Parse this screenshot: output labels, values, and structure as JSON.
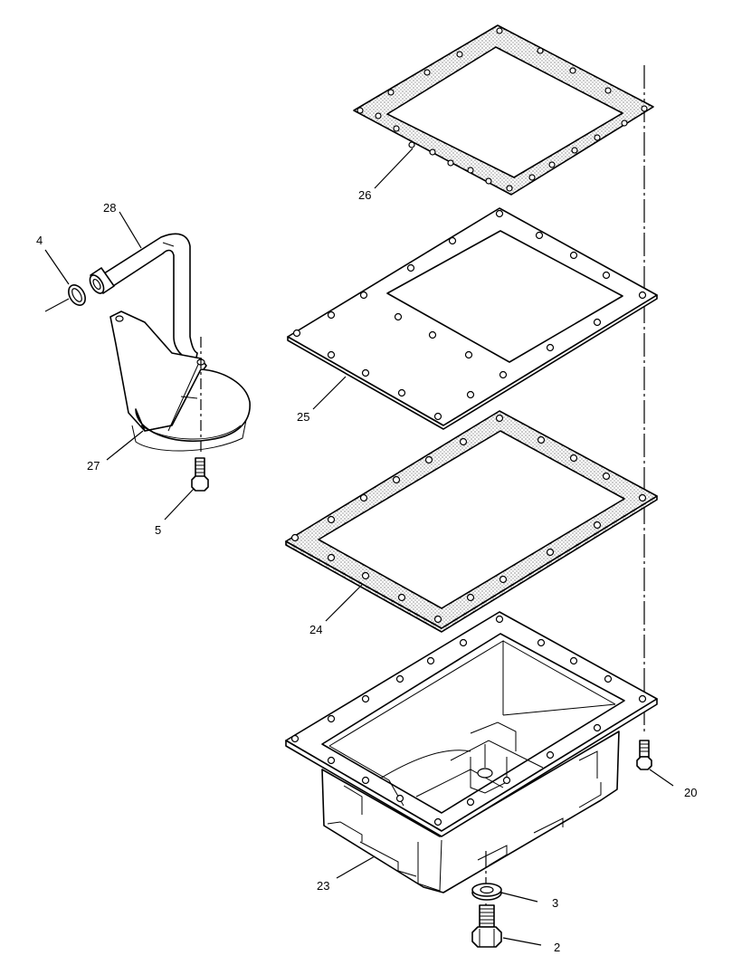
{
  "callouts": {
    "c2": "2",
    "c3": "3",
    "c4": "4",
    "c5": "5",
    "c20": "20",
    "c23": "23",
    "c24": "24",
    "c25": "25",
    "c26": "26",
    "c27": "27",
    "c28": "28"
  },
  "colors": {
    "ink": "#000000",
    "paper": "#ffffff"
  }
}
